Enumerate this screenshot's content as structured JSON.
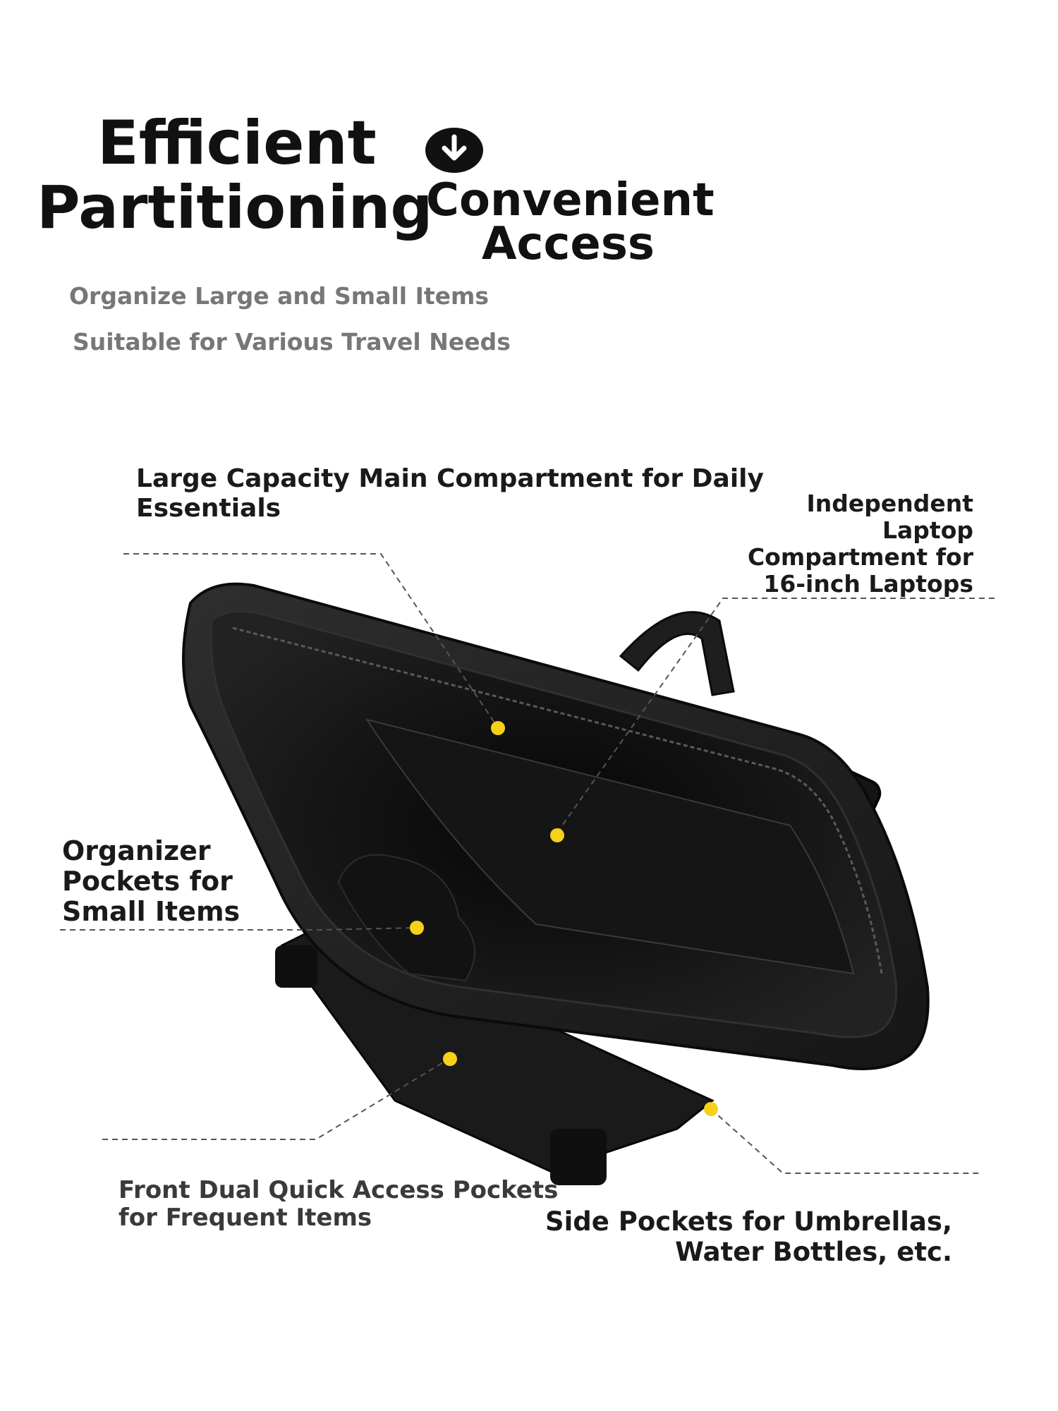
{
  "headline": {
    "line1": "Efficient",
    "line2": "Partitioning",
    "icon": "arrow-down-circle-icon",
    "line3": "Convenient",
    "line4": "Access"
  },
  "subtitles": [
    "Organize Large and Small Items",
    "Suitable for Various Travel Needs"
  ],
  "callouts": {
    "main_compartment": [
      "Large Capacity Main Compartment for Daily",
      "Essentials"
    ],
    "laptop_compartment": [
      "Independent",
      "Laptop",
      "Compartment for",
      "16-inch Laptops"
    ],
    "organizer_pockets": [
      "Organizer",
      "Pockets for",
      "Small Items"
    ],
    "front_pockets": [
      "Front Dual Quick Access Pockets",
      "for Frequent Items"
    ],
    "side_pockets": [
      "Side Pockets for Umbrellas,",
      "Water Bottles, etc."
    ]
  },
  "colors": {
    "accent_dot": "#f7d117",
    "bag": "#1c1c1c",
    "lining": "#0b0b0b",
    "leader_line": "#555555"
  }
}
